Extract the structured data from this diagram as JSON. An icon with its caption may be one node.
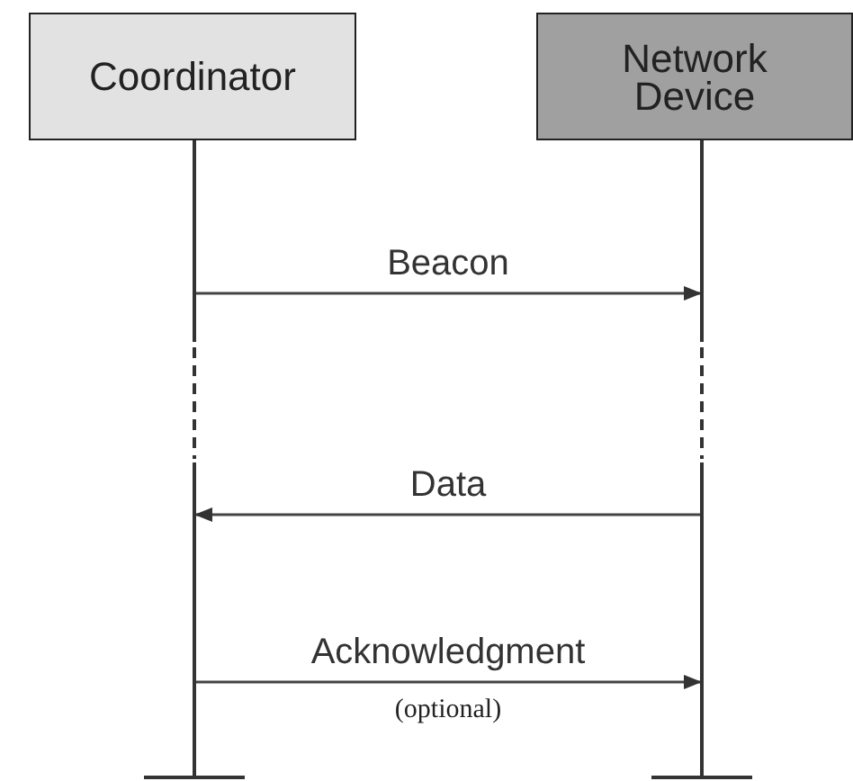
{
  "diagram": {
    "nodes": [
      {
        "text": [
          "Coordinator"
        ]
      },
      {
        "text": [
          "Network Device"
        ]
      }
    ],
    "edges": [
      {
        "from": 0,
        "to": 1,
        "arrow": "to",
        "label": "Beacon"
      },
      {
        "from": 1,
        "to": 0,
        "arrow": "to",
        "label": "Data"
      },
      {
        "from": 0,
        "to": 1,
        "arrow": "to",
        "label": "Acknowledgment"
      }
    ],
    "labels": [
      "(optional)"
    ]
  }
}
